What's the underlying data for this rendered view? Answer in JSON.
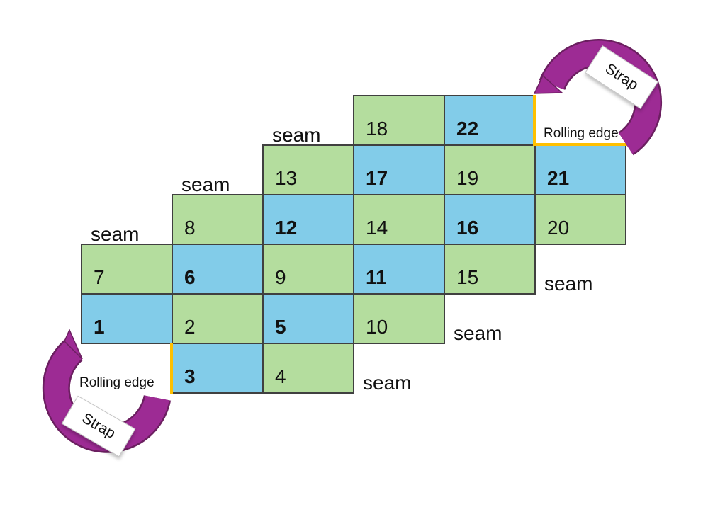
{
  "colors": {
    "cell_green": "#b4dd9e",
    "cell_blue": "#82cce9",
    "strap_purple": "#9d2b94",
    "strap_outline": "#6b1f60",
    "rolling_edge_yellow": "#ffc000",
    "grid_border": "#404040",
    "text": "#111111"
  },
  "bold_numbers_on": "blue",
  "cells": [
    {
      "n": "1",
      "row": 4,
      "col": 0,
      "fill": "blue"
    },
    {
      "n": "2",
      "row": 4,
      "col": 1,
      "fill": "green"
    },
    {
      "n": "3",
      "row": 5,
      "col": 1,
      "fill": "blue"
    },
    {
      "n": "4",
      "row": 5,
      "col": 2,
      "fill": "green"
    },
    {
      "n": "5",
      "row": 4,
      "col": 2,
      "fill": "blue"
    },
    {
      "n": "6",
      "row": 3,
      "col": 1,
      "fill": "blue"
    },
    {
      "n": "7",
      "row": 3,
      "col": 0,
      "fill": "green"
    },
    {
      "n": "8",
      "row": 2,
      "col": 1,
      "fill": "green"
    },
    {
      "n": "9",
      "row": 3,
      "col": 2,
      "fill": "green"
    },
    {
      "n": "10",
      "row": 4,
      "col": 3,
      "fill": "green"
    },
    {
      "n": "11",
      "row": 3,
      "col": 3,
      "fill": "blue"
    },
    {
      "n": "12",
      "row": 2,
      "col": 2,
      "fill": "blue"
    },
    {
      "n": "13",
      "row": 1,
      "col": 2,
      "fill": "green"
    },
    {
      "n": "14",
      "row": 2,
      "col": 3,
      "fill": "green"
    },
    {
      "n": "15",
      "row": 3,
      "col": 4,
      "fill": "green"
    },
    {
      "n": "16",
      "row": 2,
      "col": 4,
      "fill": "blue"
    },
    {
      "n": "17",
      "row": 1,
      "col": 3,
      "fill": "blue"
    },
    {
      "n": "18",
      "row": 0,
      "col": 3,
      "fill": "green"
    },
    {
      "n": "19",
      "row": 1,
      "col": 4,
      "fill": "green"
    },
    {
      "n": "20",
      "row": 2,
      "col": 5,
      "fill": "green"
    },
    {
      "n": "21",
      "row": 1,
      "col": 5,
      "fill": "blue"
    },
    {
      "n": "22",
      "row": 0,
      "col": 4,
      "fill": "blue"
    }
  ],
  "seams": [
    {
      "label": "seam",
      "row": 0,
      "col": 2,
      "side": "left"
    },
    {
      "label": "seam",
      "row": 1,
      "col": 1,
      "side": "left"
    },
    {
      "label": "seam",
      "row": 2,
      "col": 0,
      "side": "left"
    },
    {
      "label": "seam",
      "row": 3,
      "col": 5,
      "side": "right"
    },
    {
      "label": "seam",
      "row": 4,
      "col": 4,
      "side": "right"
    },
    {
      "label": "seam",
      "row": 5,
      "col": 3,
      "side": "right"
    }
  ],
  "rolling_edge_top": {
    "label": "Rolling edge"
  },
  "rolling_edge_bottom": {
    "label": "Rolling edge"
  },
  "strap_top": {
    "label": "Strap"
  },
  "strap_bottom": {
    "label": "Strap"
  }
}
